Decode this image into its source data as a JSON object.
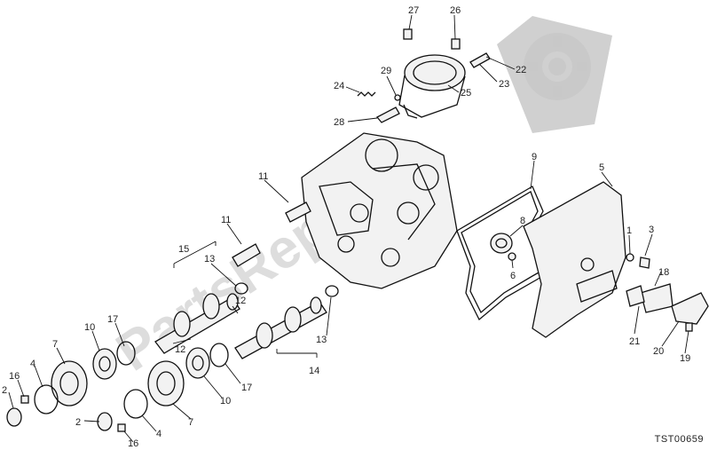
{
  "diagram": {
    "drawing_code": "TST00659",
    "watermark": "PartsRepublik",
    "callouts": [
      {
        "id": "c27",
        "label": "27"
      },
      {
        "id": "c26",
        "label": "26"
      },
      {
        "id": "c22",
        "label": "22"
      },
      {
        "id": "c29",
        "label": "29"
      },
      {
        "id": "c24",
        "label": "24"
      },
      {
        "id": "c25",
        "label": "25"
      },
      {
        "id": "c23",
        "label": "23"
      },
      {
        "id": "c28",
        "label": "28"
      },
      {
        "id": "c9",
        "label": "9"
      },
      {
        "id": "c5",
        "label": "5"
      },
      {
        "id": "c11a",
        "label": "11"
      },
      {
        "id": "c11b",
        "label": "11"
      },
      {
        "id": "c8",
        "label": "8"
      },
      {
        "id": "c1",
        "label": "1"
      },
      {
        "id": "c3",
        "label": "3"
      },
      {
        "id": "c15",
        "label": "15"
      },
      {
        "id": "c13a",
        "label": "13"
      },
      {
        "id": "c6",
        "label": "6"
      },
      {
        "id": "c18",
        "label": "18"
      },
      {
        "id": "c12a",
        "label": "12"
      },
      {
        "id": "c12b",
        "label": "12"
      },
      {
        "id": "c17a",
        "label": "17"
      },
      {
        "id": "c10a",
        "label": "10"
      },
      {
        "id": "c13b",
        "label": "13"
      },
      {
        "id": "c7a",
        "label": "7"
      },
      {
        "id": "c21",
        "label": "21"
      },
      {
        "id": "c20",
        "label": "20"
      },
      {
        "id": "c19",
        "label": "19"
      },
      {
        "id": "c14",
        "label": "14"
      },
      {
        "id": "c16a",
        "label": "16"
      },
      {
        "id": "c4a",
        "label": "4"
      },
      {
        "id": "c17b",
        "label": "17"
      },
      {
        "id": "c2a",
        "label": "2"
      },
      {
        "id": "c10b",
        "label": "10"
      },
      {
        "id": "c7b",
        "label": "7"
      },
      {
        "id": "c2b",
        "label": "2"
      },
      {
        "id": "c4b",
        "label": "4"
      },
      {
        "id": "c16b",
        "label": "16"
      }
    ]
  }
}
